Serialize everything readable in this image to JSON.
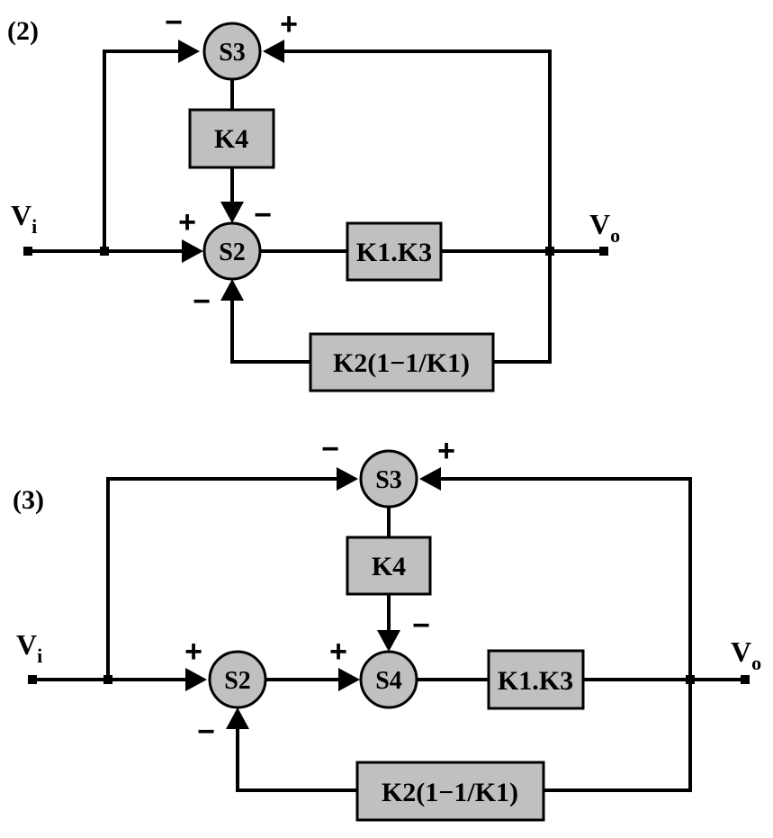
{
  "diagrams": [
    {
      "label": "(2)",
      "input": {
        "main": "V",
        "sub": "i"
      },
      "output": {
        "main": "V",
        "sub": "o"
      },
      "blocks": {
        "k4": "K4",
        "k1k3": "K1.K3",
        "k2": "K2(1−1/K1)"
      },
      "sums": {
        "s3": "S3",
        "s2": "S2"
      },
      "signs": {
        "s3_left": "−",
        "s3_right": "+",
        "s2_left": "+",
        "s2_top": "−",
        "s2_bottom": "−"
      }
    },
    {
      "label": "(3)",
      "input": {
        "main": "V",
        "sub": "i"
      },
      "output": {
        "main": "V",
        "sub": "o"
      },
      "blocks": {
        "k4": "K4",
        "k1k3": "K1.K3",
        "k2": "K2(1−1/K1)"
      },
      "sums": {
        "s3": "S3",
        "s2": "S2",
        "s4": "S4"
      },
      "signs": {
        "s3_left": "−",
        "s3_right": "+",
        "s2_left": "+",
        "s2_bottom": "−",
        "s4_left": "+",
        "s4_top": "−"
      }
    }
  ]
}
